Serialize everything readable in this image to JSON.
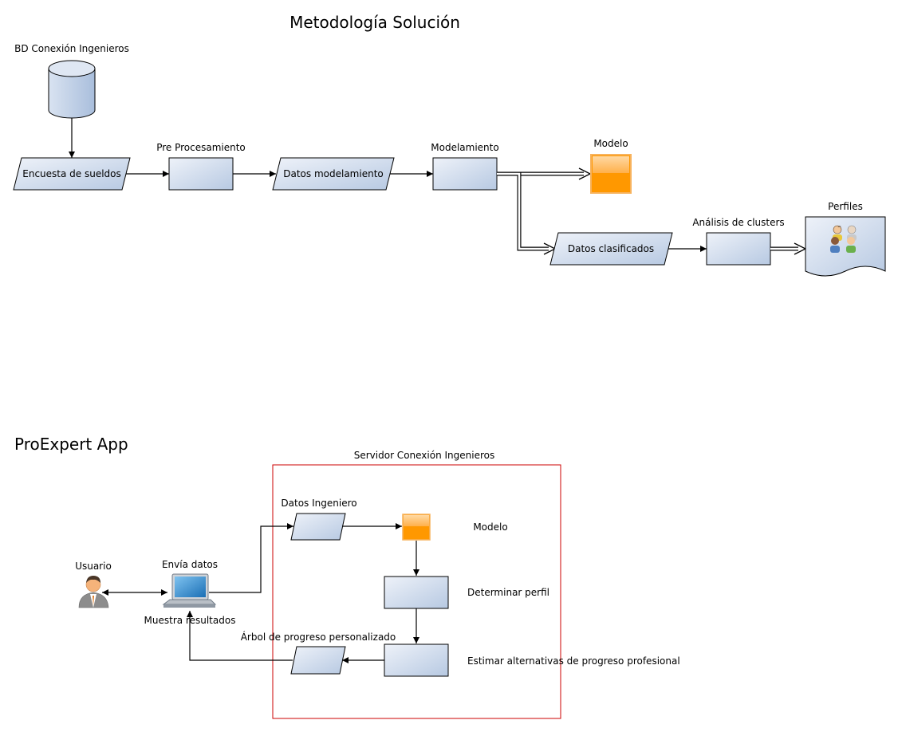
{
  "titles": {
    "metodologia": "Metodología Solución",
    "app": "ProExpert App"
  },
  "methodology": {
    "db_label": "BD Conexión Ingenieros",
    "encuesta": "Encuesta de sueldos",
    "preproc_label": "Pre Procesamiento",
    "datos_modelamiento": "Datos modelamiento",
    "modelamiento_label": "Modelamiento",
    "modelo_label": "Modelo",
    "datos_clasificados": "Datos clasificados",
    "clusters_label": "Análisis de clusters",
    "perfiles_label": "Perfiles"
  },
  "app": {
    "server_label": "Servidor Conexión Ingenieros",
    "datos_ingeniero": "Datos Ingeniero",
    "modelo_label": "Modelo",
    "determinar_perfil": "Determinar perfil",
    "estimar_alternativas": "Estimar alternativas de progreso profesional",
    "arbol_label": "Árbol de progreso personalizado",
    "usuario_label": "Usuario",
    "envia_datos": "Envía datos",
    "muestra_resultados": "Muestra resultados"
  },
  "colors": {
    "box_gradient_start": "#e9eef7",
    "box_gradient_end": "#b9cbe3",
    "model_orange": "#ff9800",
    "server_border": "#cc0000"
  },
  "icons": {
    "database": "database-cylinder-icon",
    "model": "orange-model-icon",
    "perfiles": "people-group-icon",
    "usuario": "user-person-icon",
    "laptop": "laptop-icon"
  }
}
